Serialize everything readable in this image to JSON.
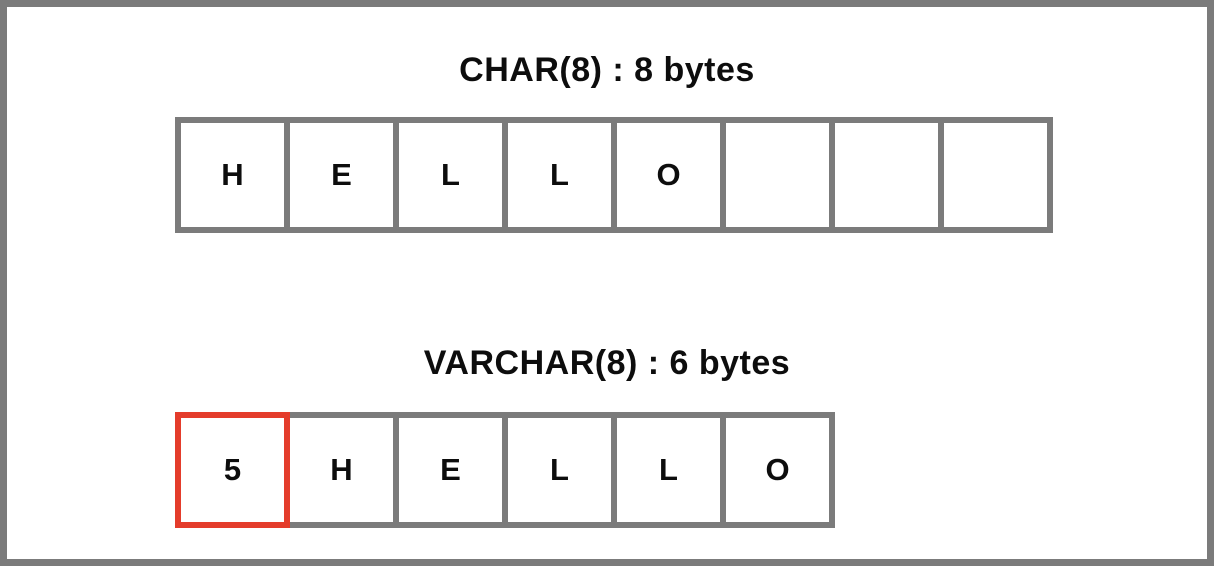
{
  "colors": {
    "frame_color": "#7b7b7b",
    "cell_border": "#7b7b7b",
    "highlight_border": "#e43c2b",
    "text": "#0d0d0d"
  },
  "sections": [
    {
      "id": "char",
      "title": "CHAR(8) : 8 bytes",
      "cells": [
        {
          "value": "H"
        },
        {
          "value": "E"
        },
        {
          "value": "L"
        },
        {
          "value": "L"
        },
        {
          "value": "O"
        },
        {
          "value": ""
        },
        {
          "value": ""
        },
        {
          "value": ""
        }
      ]
    },
    {
      "id": "varchar",
      "title": "VARCHAR(8) : 6 bytes",
      "cells": [
        {
          "value": "5",
          "highlight": true
        },
        {
          "value": "H"
        },
        {
          "value": "E"
        },
        {
          "value": "L"
        },
        {
          "value": "L"
        },
        {
          "value": "O"
        }
      ]
    }
  ]
}
